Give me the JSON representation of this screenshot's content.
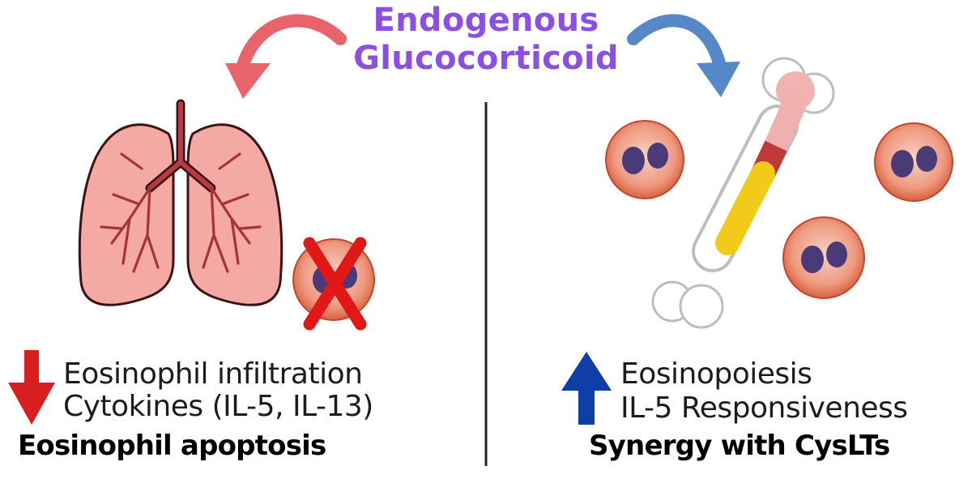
{
  "title": {
    "line1": "Endogenous",
    "line2": "Glucocorticoid"
  },
  "left_panel": {
    "effect_1": "Eosinophil infiltration",
    "effect_2": "Cytokines (IL-5, IL-13)",
    "effect_3": "Eosinophil apoptosis",
    "arrow_direction": "down",
    "arrow_color": "#d81e1e"
  },
  "right_panel": {
    "effect_1": "Eosinopoiesis",
    "effect_2": "IL-5 Responsiveness",
    "effect_3": "Synergy with CysLTs",
    "arrow_direction": "up",
    "arrow_color": "#0d3fa6"
  },
  "colors": {
    "title": "#8b4fe6",
    "curved_arrow_left": "#e8646a",
    "curved_arrow_right": "#5588c6",
    "lung": "#f4a9a4",
    "cross": "#e01818"
  }
}
